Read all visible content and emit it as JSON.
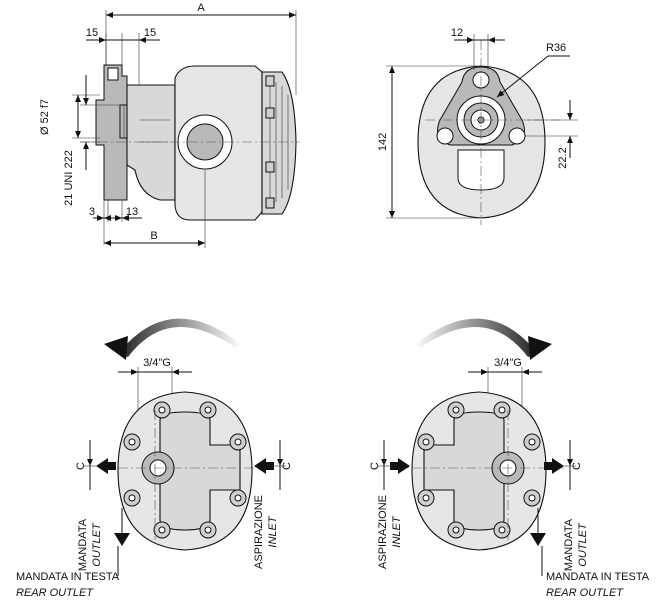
{
  "side_view": {
    "dim_a": "A",
    "dim_b": "B",
    "dim_15_left": "15",
    "dim_15_right": "15",
    "dim_3": "3",
    "dim_13": "13",
    "shaft_diameter": "Ø 52 f7",
    "spline": "21 UNI 222"
  },
  "front_view": {
    "dim_12": "12",
    "radius": "R36",
    "height": "142",
    "dim_22_2": "22.2"
  },
  "rear_left": {
    "port": "3/4\"G",
    "dim_c_left": "C",
    "dim_c_right": "C",
    "outlet_label": "MANDATA",
    "outlet_label_en": "OUTLET",
    "inlet_label": "ASPIRAZIONE",
    "inlet_label_en": "INLET",
    "rear_outlet": "MANDATA IN TESTA",
    "rear_outlet_en": "REAR OUTLET"
  },
  "rear_right": {
    "port": "3/4\"G",
    "dim_c_left": "C",
    "dim_c_right": "C",
    "inlet_label": "ASPIRAZIONE",
    "inlet_label_en": "INLET",
    "outlet_label": "MANDATA",
    "outlet_label_en": "OUTLET",
    "rear_outlet": "MANDATA IN TESTA",
    "rear_outlet_en": "REAR OUTLET"
  }
}
